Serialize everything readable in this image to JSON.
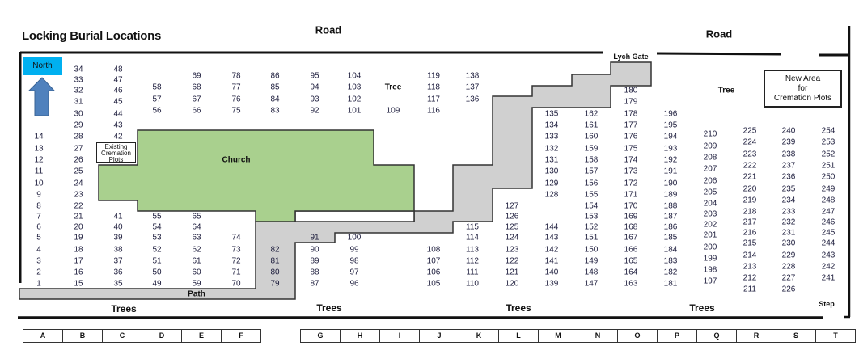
{
  "title": "Locking Burial Locations",
  "labels": {
    "road_left": "Road",
    "road_right": "Road",
    "north": "North",
    "lych_gate": "Lych Gate",
    "church": "Church",
    "path": "Path",
    "existing_cremation": "Existing Cremation Plots",
    "new_area": [
      "New Area",
      "for",
      "Cremation Plots"
    ],
    "tree_left": "Tree",
    "tree_right": "Tree",
    "trees": [
      "Trees",
      "Trees",
      "Trees",
      "Trees"
    ],
    "step": "Step"
  },
  "colors": {
    "north_box": "#00b0f0",
    "arrow": "#4f81bd",
    "church": "#a9d08e",
    "path": "#d0d0d0"
  },
  "plot_columns": [
    {
      "blocks": [
        {
          "grid": "main",
          "first_row": 6,
          "plots": [
            14,
            13,
            12,
            11,
            10,
            9,
            8,
            7,
            6,
            5,
            4,
            3,
            2,
            1
          ]
        }
      ]
    },
    {
      "blocks": [
        {
          "grid": "main",
          "first_row": 0,
          "plots": [
            34,
            33,
            32,
            31,
            30,
            29,
            28,
            27,
            26,
            25,
            24,
            23,
            22,
            21,
            20,
            19,
            18,
            17,
            16,
            15
          ]
        }
      ]
    },
    {
      "blocks": [
        {
          "grid": "main",
          "first_row": 0,
          "plots": [
            48,
            47,
            46,
            45,
            44,
            43,
            42
          ]
        },
        {
          "grid": "main",
          "first_row": 13,
          "plots": [
            41,
            40,
            39,
            38,
            37,
            36,
            35
          ]
        }
      ]
    },
    {
      "blocks": [
        {
          "grid": "top",
          "first_row": 1,
          "plots": [
            58,
            57,
            56
          ]
        },
        {
          "grid": "main",
          "first_row": 13,
          "plots": [
            55,
            54,
            53,
            52,
            51,
            50,
            49
          ]
        }
      ]
    },
    {
      "blocks": [
        {
          "grid": "top",
          "first_row": 0,
          "plots": [
            69,
            68,
            67,
            66
          ]
        },
        {
          "grid": "main",
          "first_row": 13,
          "plots": [
            65,
            64,
            63,
            62,
            61,
            60,
            59
          ]
        }
      ]
    },
    {
      "blocks": [
        {
          "grid": "top",
          "first_row": 0,
          "plots": [
            78,
            77,
            76,
            75
          ]
        },
        {
          "grid": "main",
          "first_row": 15,
          "plots": [
            74,
            73,
            72,
            71,
            70
          ]
        }
      ]
    },
    {
      "blocks": [
        {
          "grid": "top",
          "first_row": 0,
          "plots": [
            86,
            85,
            84,
            83
          ]
        },
        {
          "grid": "main",
          "first_row": 16,
          "plots": [
            82,
            81,
            80,
            79
          ]
        }
      ]
    },
    {
      "blocks": [
        {
          "grid": "top",
          "first_row": 0,
          "plots": [
            95,
            94,
            93,
            92
          ]
        },
        {
          "grid": "main",
          "first_row": 15,
          "plots": [
            91,
            90,
            89,
            88,
            87
          ]
        }
      ]
    },
    {
      "blocks": [
        {
          "grid": "top",
          "first_row": 0,
          "plots": [
            104,
            103,
            102,
            101
          ]
        },
        {
          "grid": "main",
          "first_row": 15,
          "plots": [
            100,
            99,
            98,
            97,
            96
          ]
        }
      ]
    },
    {
      "blocks": [
        {
          "grid": "top",
          "first_row": 3,
          "plots": [
            109
          ]
        }
      ]
    },
    {
      "blocks": [
        {
          "grid": "top",
          "first_row": 0,
          "plots": [
            119,
            118,
            117,
            116
          ]
        },
        {
          "grid": "main",
          "first_row": 16,
          "plots": [
            108,
            107,
            106,
            105
          ]
        }
      ]
    },
    {
      "blocks": [
        {
          "grid": "top",
          "first_row": 0,
          "plots": [
            138,
            137,
            136
          ]
        },
        {
          "grid": "main",
          "first_row": 14,
          "plots": [
            115,
            114,
            113,
            112,
            111,
            110
          ]
        }
      ]
    },
    {
      "blocks": [
        {
          "grid": "main",
          "first_row": 12,
          "plots": [
            127,
            126,
            125,
            124,
            123,
            122,
            121,
            120
          ]
        }
      ]
    },
    {
      "blocks": [
        {
          "grid": "main",
          "first_row": 4,
          "plots": [
            135,
            134,
            133,
            132,
            131,
            130,
            129,
            128
          ]
        },
        {
          "grid": "main",
          "first_row": 14,
          "plots": [
            144,
            143,
            142,
            141,
            140,
            139
          ]
        }
      ]
    },
    {
      "blocks": [
        {
          "grid": "main",
          "first_row": 4,
          "plots": [
            162,
            161,
            160,
            159,
            158,
            157,
            156,
            155,
            154,
            153,
            152,
            151,
            150,
            149,
            148,
            147
          ]
        }
      ]
    },
    {
      "blocks": [
        {
          "grid": "main",
          "first_row": 2,
          "plots": [
            180,
            179,
            178,
            177,
            176,
            175,
            174,
            173,
            172,
            171,
            170,
            169,
            168,
            167,
            166,
            165,
            164,
            163
          ]
        }
      ]
    },
    {
      "blocks": [
        {
          "grid": "main",
          "first_row": 4,
          "plots": [
            196,
            195,
            194,
            193,
            192,
            191,
            190,
            189,
            188,
            187,
            186,
            185,
            184,
            183,
            182,
            181
          ]
        }
      ]
    },
    {
      "blocks": [
        {
          "grid": "west",
          "first_row": 0,
          "plots": [
            210,
            209,
            208,
            207,
            206,
            205,
            204,
            203,
            202,
            201,
            200,
            199,
            198,
            197
          ]
        }
      ]
    },
    {
      "blocks": [
        {
          "grid": "east",
          "first_row": 0,
          "plots": [
            225,
            224,
            223,
            222,
            221,
            220,
            219,
            218,
            217,
            216,
            215,
            214,
            213,
            212,
            211
          ]
        }
      ]
    },
    {
      "blocks": [
        {
          "grid": "east",
          "first_row": 0,
          "plots": [
            240,
            239,
            238,
            237,
            236,
            235,
            234,
            233,
            232,
            231,
            230,
            229,
            228,
            227,
            226
          ]
        }
      ]
    },
    {
      "blocks": [
        {
          "grid": "east",
          "first_row": 0,
          "plots": [
            254,
            253,
            252,
            251,
            250,
            249,
            248,
            247,
            246,
            245,
            244,
            243,
            242,
            241
          ]
        }
      ]
    }
  ],
  "grid_refs_left": [
    "A",
    "B",
    "C",
    "D",
    "E",
    "F"
  ],
  "grid_refs_right": [
    "G",
    "H",
    "I",
    "J",
    "K",
    "L",
    "M",
    "N",
    "O",
    "P",
    "Q",
    "R",
    "S",
    "T"
  ]
}
